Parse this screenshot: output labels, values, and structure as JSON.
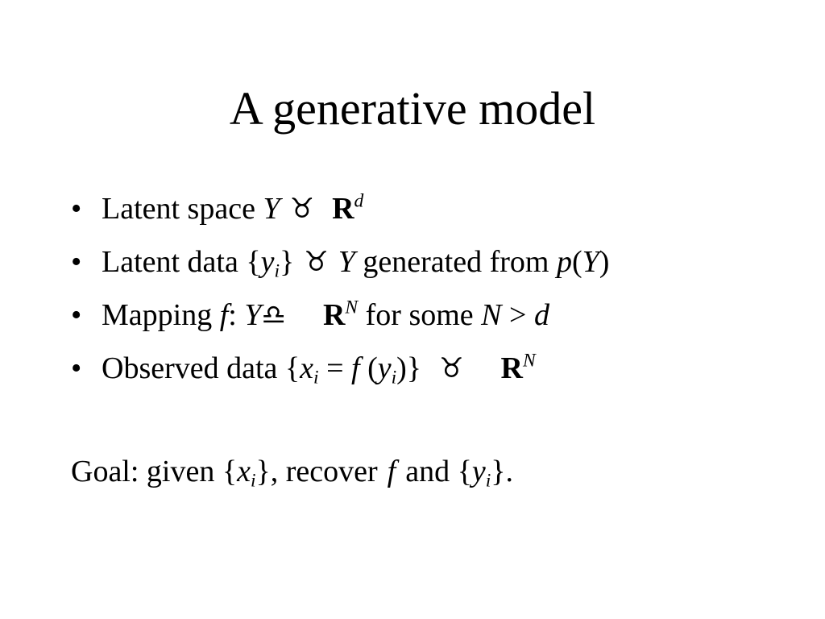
{
  "slide": {
    "title": "A generative model",
    "bullet_symbol": "•",
    "bullets": {
      "b1": {
        "text": "Latent space",
        "var": "Y",
        "rel": "♉",
        "set": "R",
        "sup": "d"
      },
      "b2": {
        "text": "Latent data {",
        "var": "y",
        "sub": "i",
        "close": "}",
        "rel": "♉",
        "set_var": "Y",
        "mid": "generated from",
        "p": "p",
        "open_paren": "(",
        "arg": "Y",
        "close_paren": ")"
      },
      "b3": {
        "text": "Mapping",
        "f": "f",
        "colon": ":",
        "var": "Y",
        "rel": "♎",
        "set": "R",
        "sup": "N",
        "mid": "for some",
        "n": "N",
        "gt": ">",
        "d": "d"
      },
      "b4": {
        "text": "Observed data {",
        "x": "x",
        "sub_x": "i",
        "eq": "=",
        "f": "f",
        "open": "(",
        "y": "y",
        "sub_y": "i",
        "close": ")}",
        "rel": "♉",
        "set": "R",
        "sup": "N"
      }
    },
    "goal": {
      "prefix": "Goal: given {",
      "x": "x",
      "sub_x": "i",
      "mid": "}, recover",
      "f": "f",
      "and": "and {",
      "y": "y",
      "sub_y": "i",
      "end": "}."
    }
  }
}
